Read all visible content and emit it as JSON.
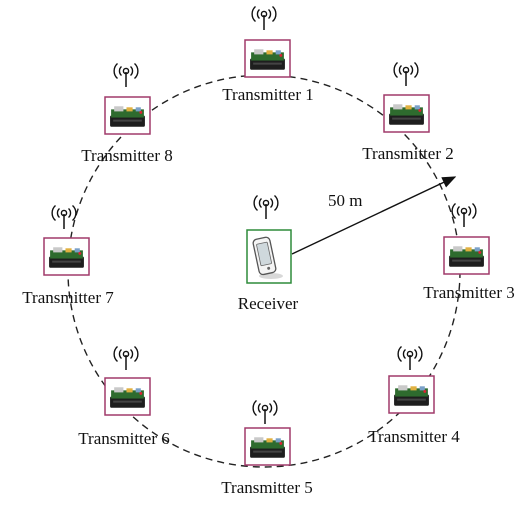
{
  "radius_label": "50 m",
  "receiver": {
    "label": "Receiver"
  },
  "transmitters": [
    {
      "label": "Transmitter 1"
    },
    {
      "label": "Transmitter 2"
    },
    {
      "label": "Transmitter 3"
    },
    {
      "label": "Transmitter 4"
    },
    {
      "label": "Transmitter 5"
    },
    {
      "label": "Transmitter 6"
    },
    {
      "label": "Transmitter 7"
    },
    {
      "label": "Transmitter 8"
    }
  ],
  "colors": {
    "transmitter_frame": "#a03a6a",
    "receiver_frame": "#2e8b3a",
    "circle": "#222222",
    "board": "#2e6b2e",
    "case": "#1e1e1e"
  }
}
